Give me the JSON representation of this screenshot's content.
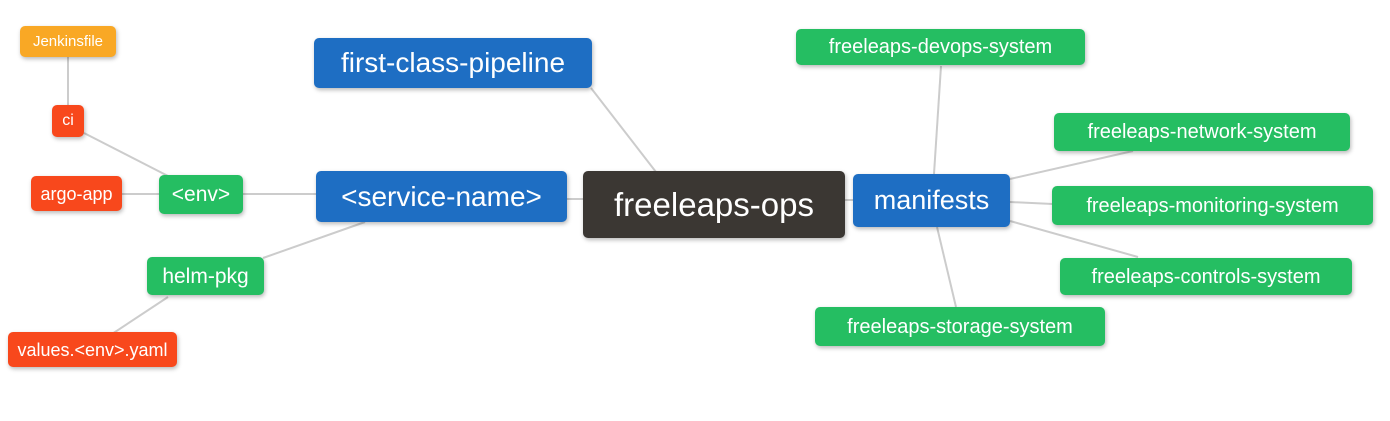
{
  "diagram_title": "freeleaps-ops mindmap",
  "colors": {
    "orange": "#F9A825",
    "red": "#F8481C",
    "green": "#25BE62",
    "blue": "#1E6EC3",
    "dark": "#3B3733",
    "edge": "#CCCCCC",
    "text": "#FFFFFF",
    "background": "#FFFFFF"
  },
  "nodes": [
    {
      "id": "jenkinsfile",
      "label": "Jenkinsfile",
      "color": "orange"
    },
    {
      "id": "ci",
      "label": "ci",
      "color": "red"
    },
    {
      "id": "argo-app",
      "label": "argo-app",
      "color": "red"
    },
    {
      "id": "env",
      "label": "<env>",
      "color": "green"
    },
    {
      "id": "helm-pkg",
      "label": "helm-pkg",
      "color": "green"
    },
    {
      "id": "values-env-yaml",
      "label": "values.<env>.yaml",
      "color": "red"
    },
    {
      "id": "first-class-pipeline",
      "label": "first-class-pipeline",
      "color": "blue"
    },
    {
      "id": "service-name",
      "label": "<service-name>",
      "color": "blue"
    },
    {
      "id": "freeleaps-ops",
      "label": "freeleaps-ops",
      "color": "dark"
    },
    {
      "id": "manifests",
      "label": "manifests",
      "color": "blue"
    },
    {
      "id": "freeleaps-devops-system",
      "label": "freeleaps-devops-system",
      "color": "green"
    },
    {
      "id": "freeleaps-network-system",
      "label": "freeleaps-network-system",
      "color": "green"
    },
    {
      "id": "freeleaps-monitoring-system",
      "label": "freeleaps-monitoring-system",
      "color": "green"
    },
    {
      "id": "freeleaps-controls-system",
      "label": "freeleaps-controls-system",
      "color": "green"
    },
    {
      "id": "freeleaps-storage-system",
      "label": "freeleaps-storage-system",
      "color": "green"
    }
  ],
  "edges": [
    {
      "from": "jenkinsfile",
      "to": "ci"
    },
    {
      "from": "ci",
      "to": "env"
    },
    {
      "from": "argo-app",
      "to": "env"
    },
    {
      "from": "env",
      "to": "service-name"
    },
    {
      "from": "helm-pkg",
      "to": "service-name"
    },
    {
      "from": "values-env-yaml",
      "to": "helm-pkg"
    },
    {
      "from": "first-class-pipeline",
      "to": "freeleaps-ops"
    },
    {
      "from": "service-name",
      "to": "freeleaps-ops"
    },
    {
      "from": "freeleaps-ops",
      "to": "manifests"
    },
    {
      "from": "manifests",
      "to": "freeleaps-devops-system"
    },
    {
      "from": "manifests",
      "to": "freeleaps-network-system"
    },
    {
      "from": "manifests",
      "to": "freeleaps-monitoring-system"
    },
    {
      "from": "manifests",
      "to": "freeleaps-controls-system"
    },
    {
      "from": "manifests",
      "to": "freeleaps-storage-system"
    }
  ]
}
